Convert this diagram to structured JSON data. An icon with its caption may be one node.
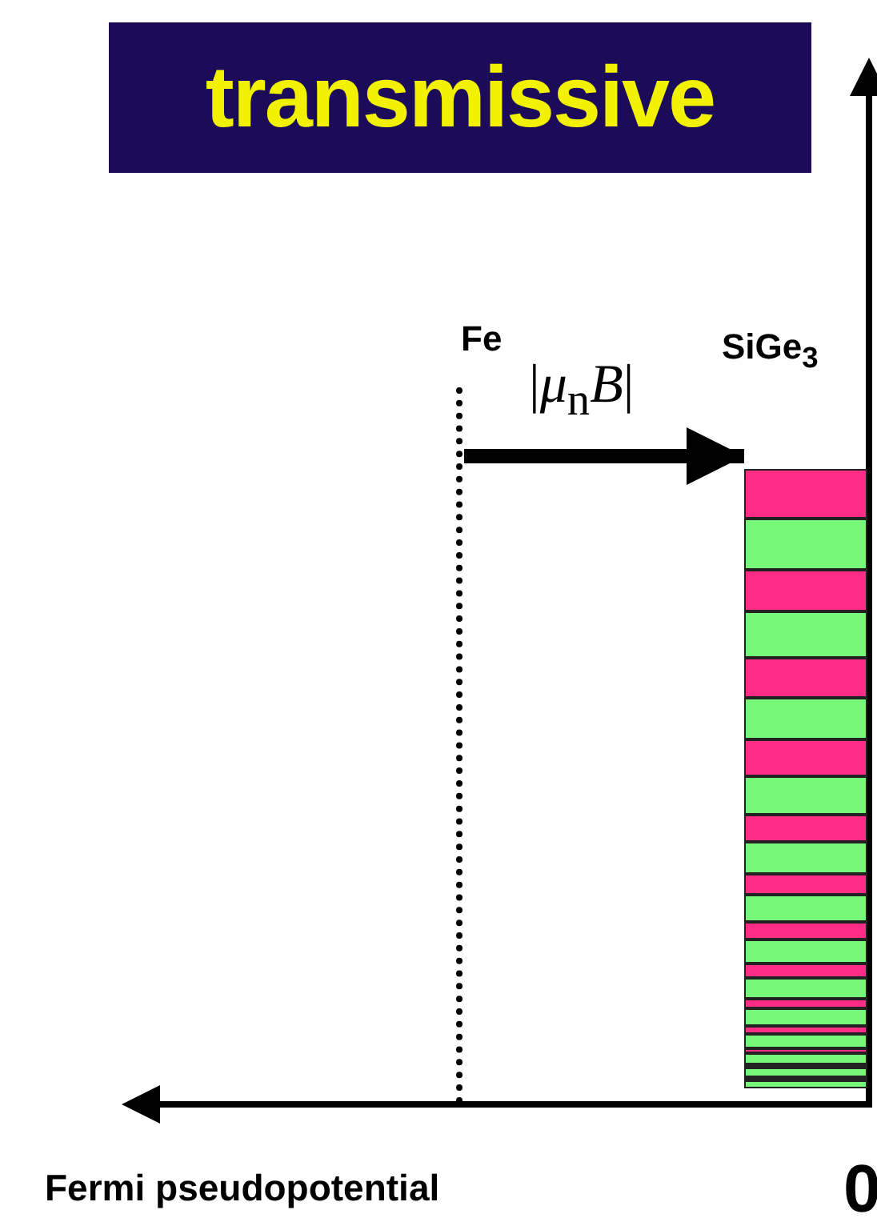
{
  "diagram": {
    "nodes": [
      {
        "text": [
          "transmissive"
        ]
      },
      {
        "text": [
          "Fe"
        ]
      },
      {
        "text": [
          "SiGe$_{3}$"
        ]
      }
    ],
    "edges": [
      {
        "from": 1,
        "to": 2,
        "arrow": "to",
        "label": "|*μ*$_{n}$*B*|"
      }
    ],
    "labels": [
      "Fermi pseudopotential",
      "0"
    ]
  }
}
